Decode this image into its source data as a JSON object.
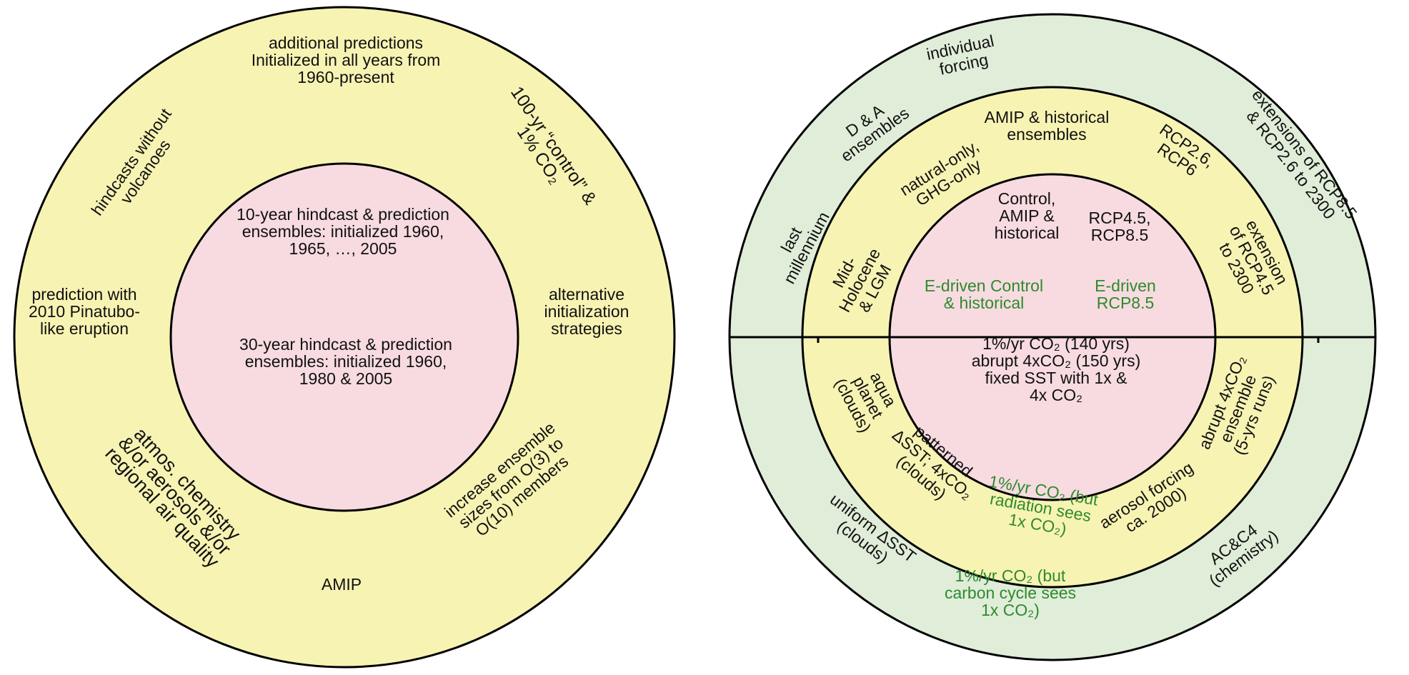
{
  "colors": {
    "outer_yellow": "#f7f3b3",
    "inner_pink": "#f7dbe0",
    "ring_green": "#e0edd9",
    "green_text": "#2e8a2e",
    "stroke": "#000000"
  },
  "left_diagram": {
    "outer_ring": {
      "additional_predictions": [
        "additional predictions",
        "Initialized in all years from",
        "1960-present"
      ],
      "control_co2": [
        "100-yr “control” &",
        "1% CO₂"
      ],
      "hindcasts_without_volcanoes": [
        "hindcasts without",
        "volcanoes"
      ],
      "pinatubo": [
        "prediction with",
        "2010 Pinatubo-",
        "like eruption"
      ],
      "alternative_init": [
        "alternative",
        "initialization",
        "strategies"
      ],
      "atmos_chemistry": [
        "atmos. chemistry",
        "&/or aerosols &/or",
        "regional air quality"
      ],
      "increase_ensemble": [
        "increase ensemble",
        "sizes from O(3) to",
        "O(10) members"
      ],
      "amip": "AMIP"
    },
    "inner_circle": {
      "hindcast_10yr": [
        "10-year hindcast & prediction",
        "ensembles: initialized 1960,",
        "1965, …, 2005"
      ],
      "hindcast_30yr": [
        "30-year hindcast & prediction",
        "ensembles: initialized 1960,",
        "1980 & 2005"
      ]
    }
  },
  "right_diagram": {
    "outer_ring": {
      "individual_forcing": [
        "individual",
        "forcing"
      ],
      "d_and_a": [
        "D & A",
        "ensembles"
      ],
      "last_millennium": [
        "last",
        "millennium"
      ],
      "extensions_rcp": [
        "extensions of RCP8.5",
        "& RCP2.6 to 2300"
      ],
      "uniform_sst": [
        "uniform ΔSST",
        "(clouds)"
      ],
      "carbon_cycle": [
        "1%/yr CO₂ (but",
        "carbon cycle sees",
        "1x CO₂)"
      ],
      "ac_c4": [
        "AC&C4",
        "(chemistry)"
      ]
    },
    "middle_ring": {
      "amip_historical": [
        "AMIP & historical",
        "ensembles"
      ],
      "natural_ghg": [
        "natural-only,",
        "GHG-only"
      ],
      "rcp26_rcp6": [
        "RCP2.6,",
        "RCP6"
      ],
      "mid_holocene": [
        "Mid-",
        "Holocene",
        "& LGM"
      ],
      "extension_rcp45": [
        "extension",
        "of RCP4.5",
        "to 2300"
      ],
      "aqua_planet": [
        "aqua",
        "planet",
        "(clouds)"
      ],
      "abrupt_ensemble": [
        "abrupt 4xCO₂",
        "ensemble",
        "(5-yrs runs)"
      ],
      "patterned_sst": [
        "patterned",
        "ΔSST; 4xCO₂",
        "(clouds)"
      ],
      "radiation_sees": [
        "1%/yr CO₂ (but",
        "radiation sees",
        "1x CO₂)"
      ],
      "aerosol_forcing": [
        "aerosol forcing",
        "ca. 2000)"
      ]
    },
    "inner_circle": {
      "control_amip": [
        "Control,",
        "AMIP &",
        "historical"
      ],
      "rcp45_85": [
        "RCP4.5,",
        "RCP8.5"
      ],
      "e_driven_control": [
        "E-driven Control",
        "& historical"
      ],
      "e_driven_rcp85": [
        "E-driven",
        "RCP8.5"
      ],
      "co2_experiments": [
        "1%/yr CO₂ (140 yrs)",
        "abrupt 4xCO₂ (150 yrs)",
        "fixed SST with 1x &",
        "4x CO₂"
      ]
    }
  }
}
